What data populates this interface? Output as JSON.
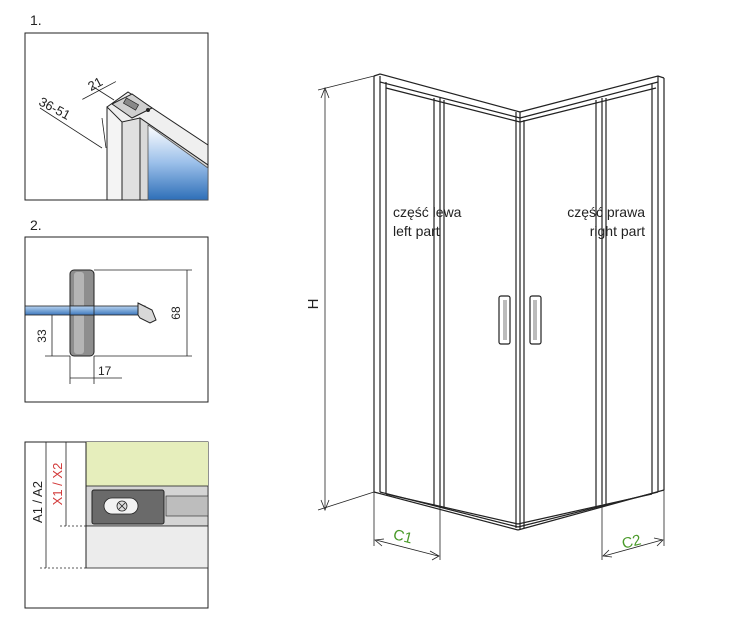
{
  "panel1": {
    "number": "1.",
    "dim_width": "21",
    "dim_depth": "36-51"
  },
  "panel2": {
    "number": "2.",
    "dim_height": "68",
    "dim_offset": "33",
    "dim_width": "17"
  },
  "panel3": {
    "label_a": "A1 / A2",
    "label_x": "X1 / X2"
  },
  "main": {
    "height_label": "H",
    "left_part_pl": "część lewa",
    "left_part_en": "left part",
    "right_part_pl": "część prawa",
    "right_part_en": "right part",
    "c1": "C1",
    "c2": "C2"
  },
  "colors": {
    "line": "#222222",
    "accent_green": "#4a9a2a",
    "accent_red": "#d23a3a",
    "glass_blue": "#4a86c8",
    "wall_green": "#e6eebc"
  }
}
